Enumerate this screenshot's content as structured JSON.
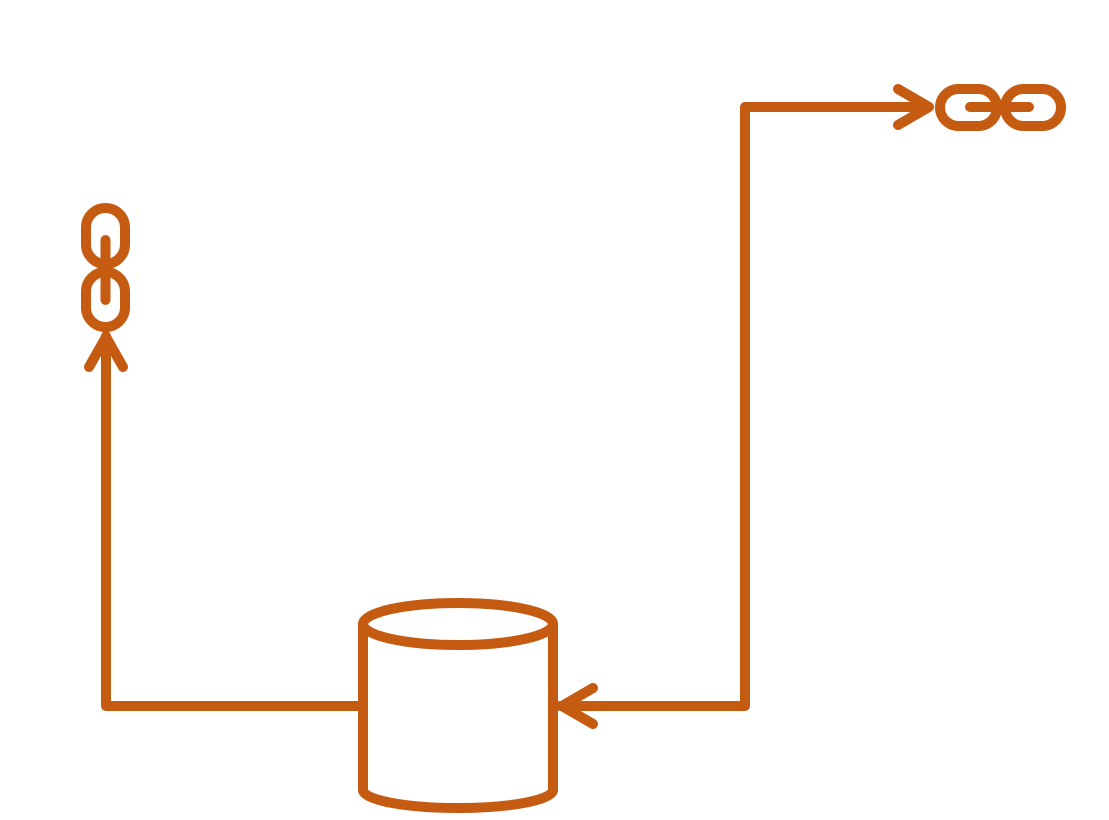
{
  "colors": {
    "accent": "#c55a11",
    "background": "#ffffff"
  },
  "diagram": {
    "nodes": [
      {
        "id": "database",
        "icon": "database-cylinder-icon"
      },
      {
        "id": "link-top-right",
        "icon": "chain-link-icon",
        "orientation": "horizontal"
      },
      {
        "id": "link-left",
        "icon": "chain-link-icon",
        "orientation": "vertical"
      }
    ],
    "edges": [
      {
        "from": "database",
        "to": "link-left",
        "arrow": "end"
      },
      {
        "from": "link-top-right",
        "to": "database",
        "arrow": "both"
      }
    ]
  }
}
